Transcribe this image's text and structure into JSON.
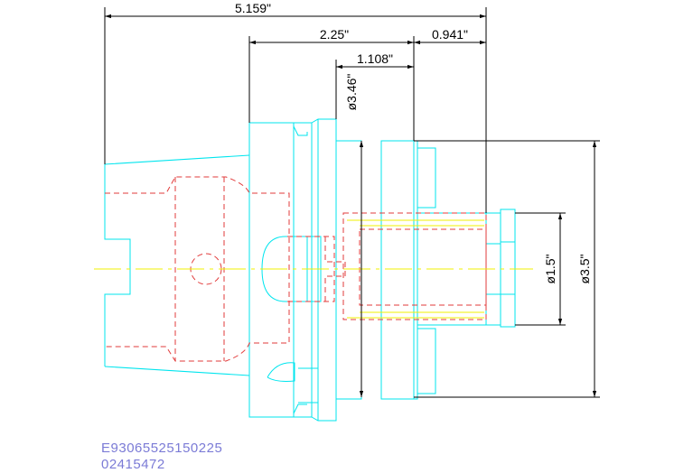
{
  "drawing": {
    "dimensions": {
      "overall_length": "5.159\"",
      "flange_to_face": "2.25\"",
      "face_to_end": "0.941\"",
      "pilot_length": "1.108\"",
      "flange_diameter": "ø3.46\"",
      "pilot_diameter": "ø1.5\"",
      "body_diameter": "ø3.5\""
    },
    "part_number": "E93065525150225",
    "serial_number": "02415472",
    "colors": {
      "outline": "#00e5ee",
      "hidden_lines": "#e23b3b",
      "centerline": "#f0f000",
      "dimension": "#000000",
      "code_text": "#7b7bd6"
    }
  }
}
